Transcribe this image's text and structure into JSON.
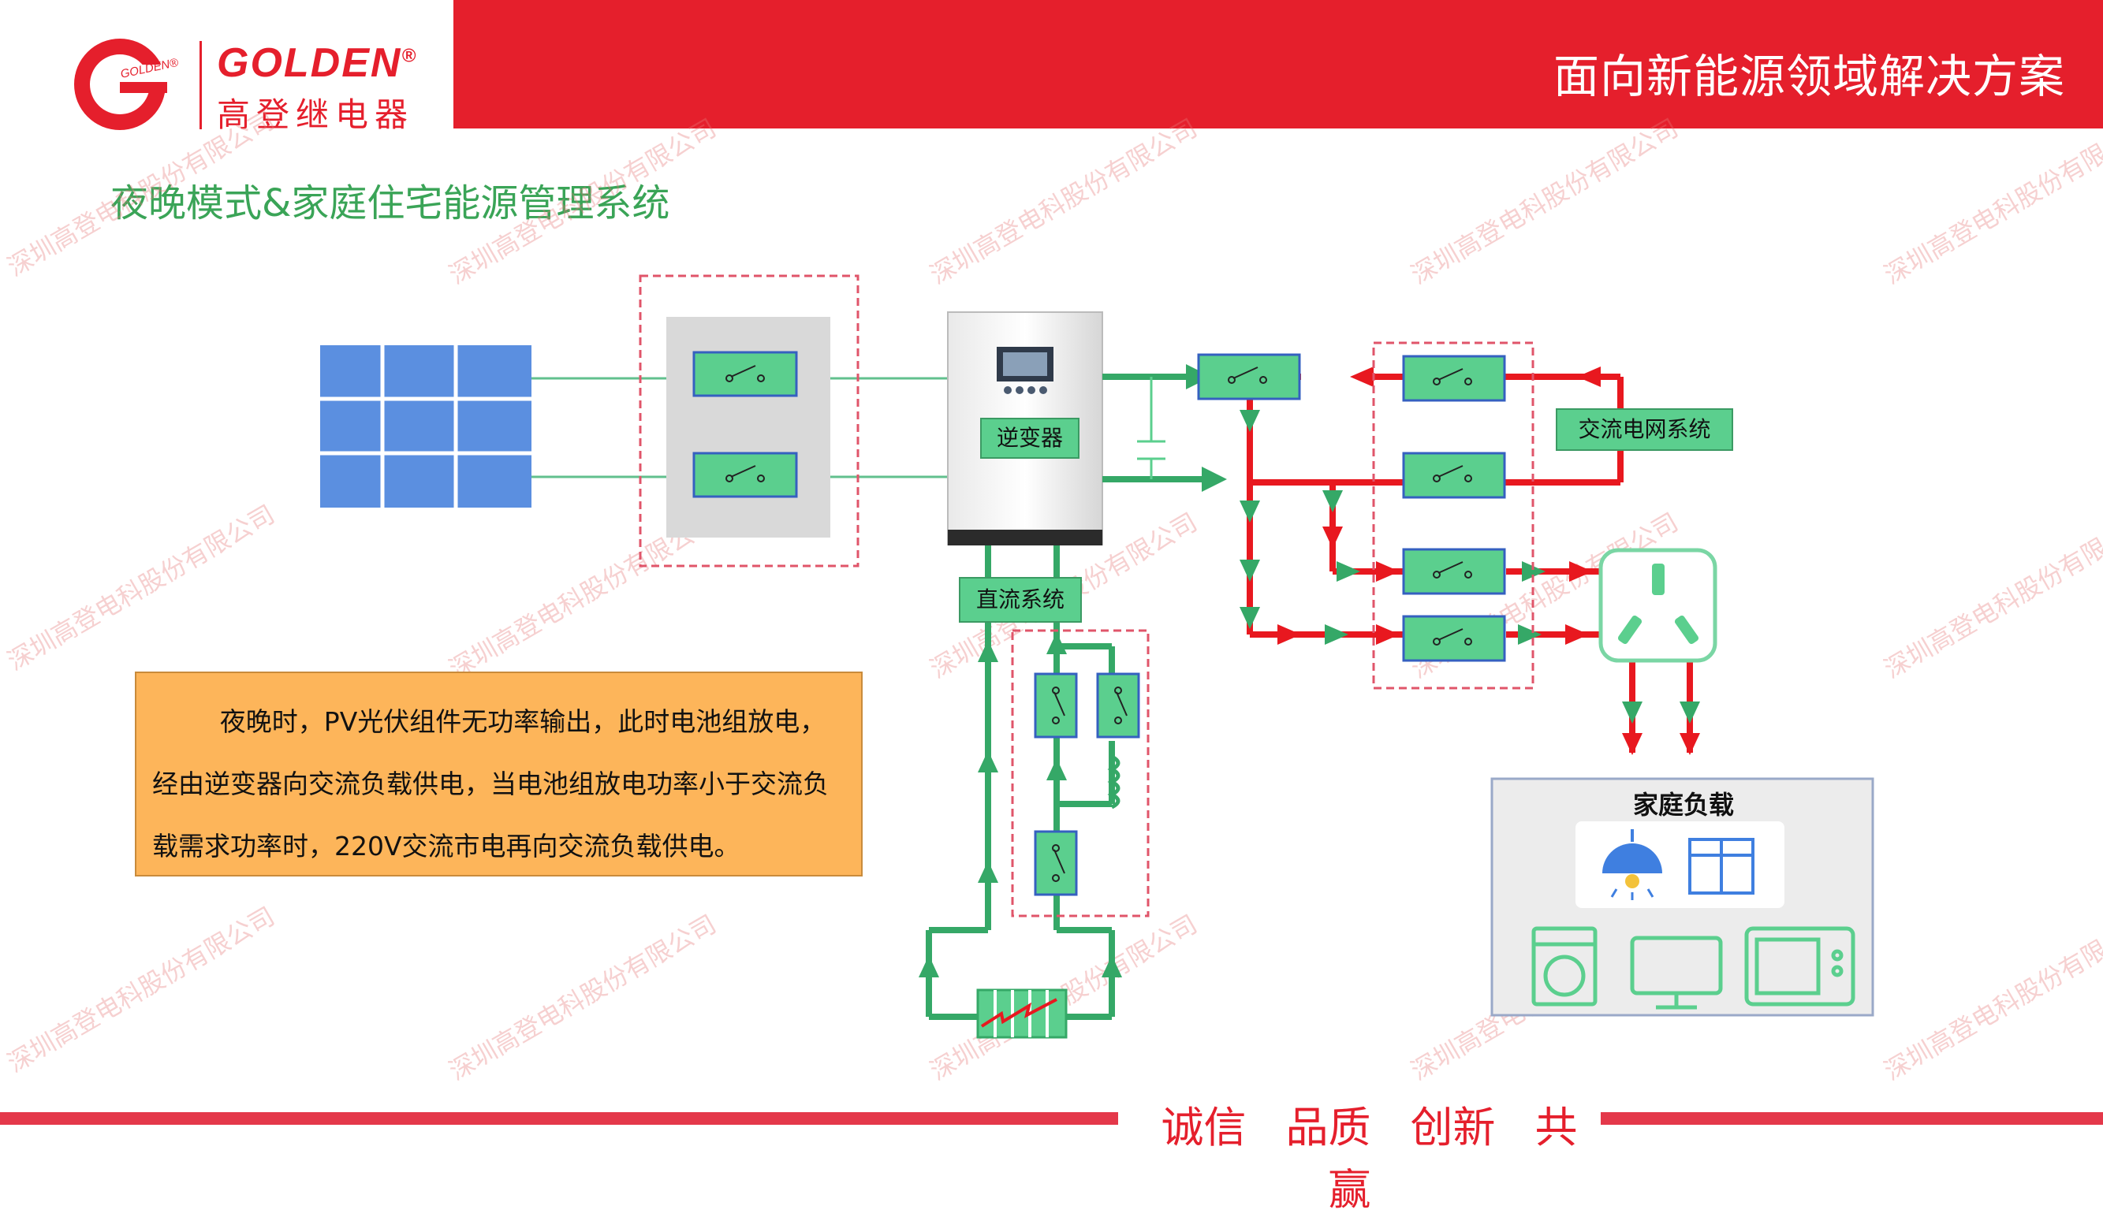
{
  "header": {
    "logo_name": "GOLDEN",
    "logo_registered": "®",
    "logo_cn": "高登继电器",
    "logo_ring_text": "GOLDEN®",
    "title": "面向新能源领域解决方案"
  },
  "page_title": "夜晚模式&家庭住宅能源管理系统",
  "diagram": {
    "inverter_label": "逆变器",
    "dc_system_label": "直流系统",
    "ac_grid_label": "交流电网系统",
    "home_load_label": "家庭负载"
  },
  "description": "夜晚时，PV光伏组件无功率输出，此时电池组放电，经由逆变器向交流负载供电，当电池组放电功率小于交流负载需求功率时，220V交流市电再向交流负载供电。",
  "footer": {
    "slogans": [
      "诚信",
      "品质",
      "创新",
      "共赢"
    ]
  },
  "watermark": "深圳高登电科股份有限公司",
  "colors": {
    "brand_red": "#e51f2c",
    "title_green": "#3aa457",
    "flow_red": "#e8181f",
    "flow_green": "#35a867",
    "relay_fill": "#5bcf8e",
    "note_fill": "#fdb55a",
    "panel_blue": "#5b8fe0"
  }
}
